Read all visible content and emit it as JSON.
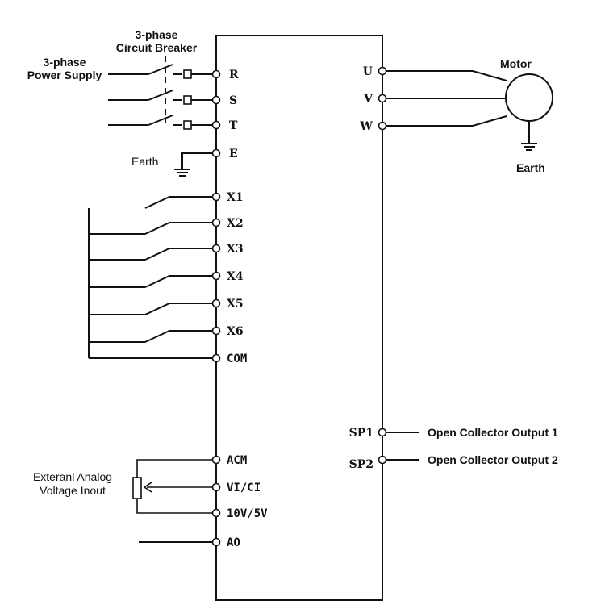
{
  "inputs": {
    "power": [
      "R",
      "S",
      "T"
    ],
    "earth": "E",
    "digital": [
      "X1",
      "X2",
      "X3",
      "X4",
      "X5",
      "X6"
    ],
    "com": "COM",
    "analog": [
      "ACM",
      "VI/CI",
      "10V/5V",
      "AO"
    ]
  },
  "outputs": {
    "motor_terms": [
      "U",
      "V",
      "W"
    ],
    "collector": [
      "SP1",
      "SP2"
    ]
  },
  "labels": {
    "breaker_line1": "3-phase",
    "breaker_line2": "Circuit Breaker",
    "supply_line1": "3-phase",
    "supply_line2": "Power Supply",
    "earth_left": "Earth",
    "motor": "Motor",
    "earth_right": "Earth",
    "sp1_desc": "Open Collector Output 1",
    "sp2_desc": "Open Collector Output 2",
    "analog_line1": "Exteranl Analog",
    "analog_line2": "Voltage Inout"
  }
}
